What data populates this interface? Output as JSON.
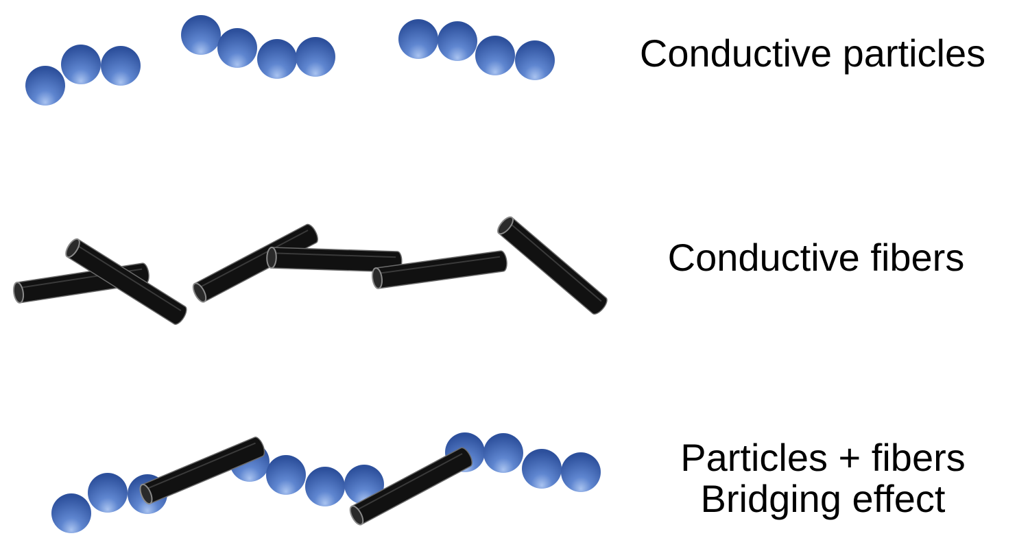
{
  "labels": {
    "particles": "Conductive particles",
    "fibers": "Conductive fibers",
    "combo_line1": "Particles + fibers",
    "combo_line2": "Bridging effect"
  },
  "colors": {
    "particle_light": "#8fb0e8",
    "particle_mid": "#4a72c4",
    "particle_dark": "#2b4e9a",
    "fiber_body": "#111111",
    "fiber_edge": "#6b6b6b",
    "fiber_cap": "#2a2a2a"
  },
  "icons": [
    "conductive-particle-icon",
    "conductive-fiber-icon"
  ]
}
